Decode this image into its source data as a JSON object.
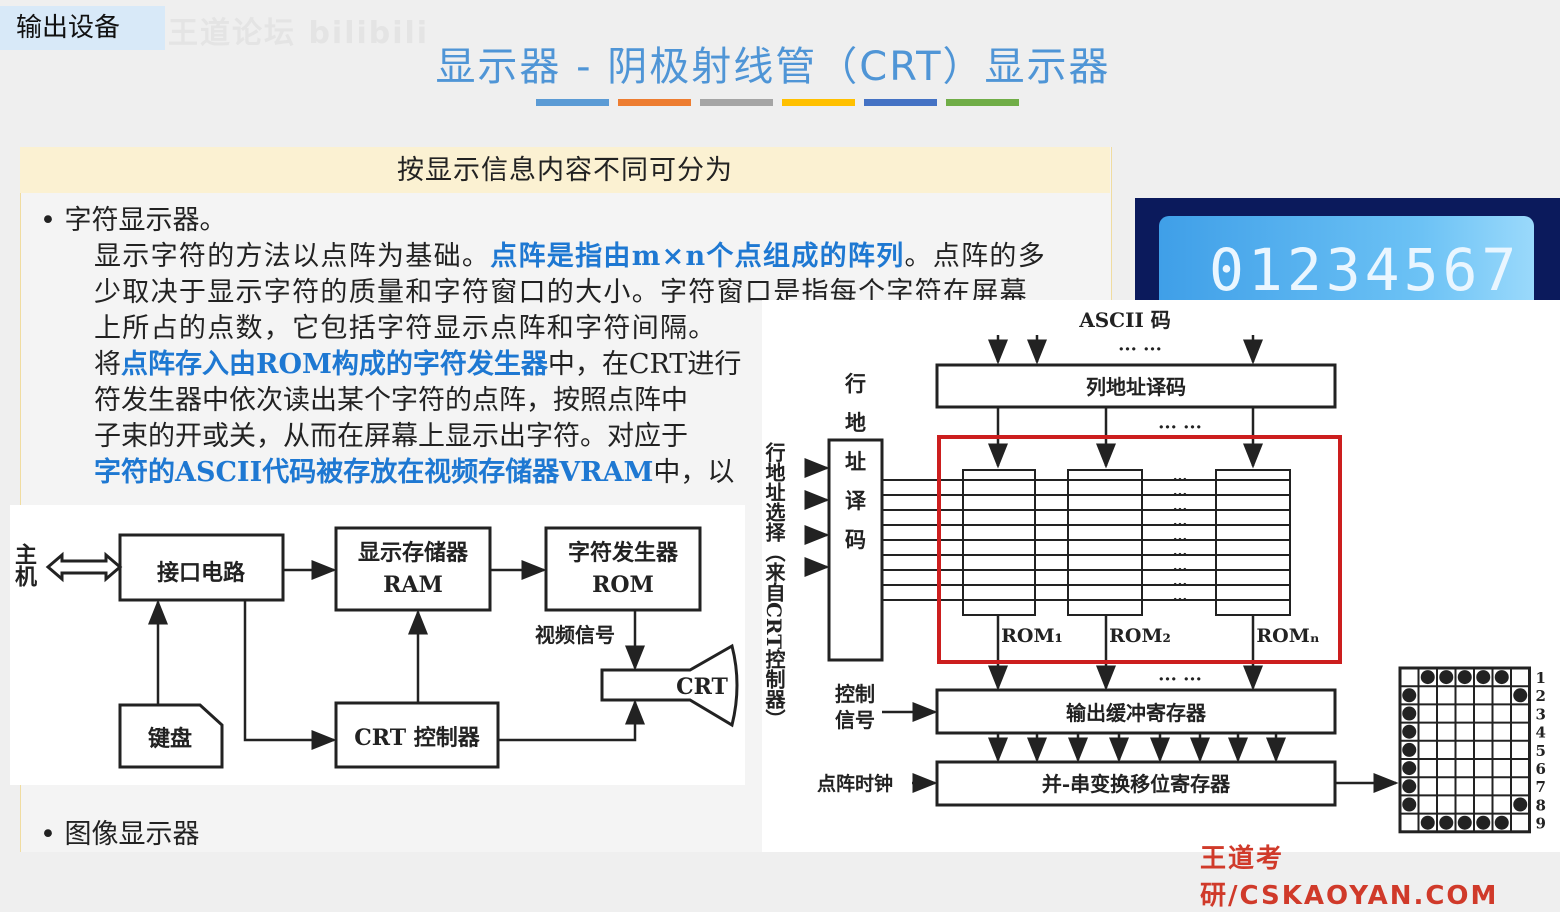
{
  "chapter_label": "输出设备",
  "watermark_top": "王道论坛 bilibili",
  "title": "显示器 - 阴极射线管（CRT）显示器",
  "title_bar_colors": [
    "#5b9bd5",
    "#ed7d31",
    "#a5a5a5",
    "#ffc000",
    "#4472c4",
    "#70ad47"
  ],
  "panel_heading": "按显示信息内容不同可分为",
  "bullets": {
    "char_display": "字符显示器。",
    "image_display": "图像显示器"
  },
  "paragraph": {
    "l1a": "显示字符的方法以点阵为基础。",
    "l1b": "点阵是指由m×n个点组成的阵列",
    "l1c": "。点阵的多",
    "l2": "少取决于显示字符的质量和字符窗口的大小。字符窗口是指每个字符在屏幕",
    "l3": "上所占的点数，它包括字符显示点阵和字符间隔。",
    "l4a": "将",
    "l4b": "点阵存入由ROM构成的字符发生器",
    "l4c": "中，在CRT进行",
    "l5": "符发生器中依次读出某个字符的点阵，按照点阵中",
    "l6": "子束的开或关，从而在屏幕上显示出字符。对应于",
    "l7a": "字符的ASCII代码被存放在视频存储器VRAM",
    "l7b": "中，以"
  },
  "lcd_photo": {
    "digits": "01234567"
  },
  "left_diagram": {
    "host": "主机",
    "interface": "接口电路",
    "vram_l1": "显示存储器",
    "vram_l2": "RAM",
    "chargen_l1": "字符发生器",
    "chargen_l2": "ROM",
    "video_signal": "视频信号",
    "crt": "CRT",
    "keyboard": "键盘",
    "crt_controller": "CRT 控制器"
  },
  "right_diagram": {
    "ascii": "ASCII 码",
    "col_decoder": "列地址译码",
    "row_decoder": "行地址译码",
    "row_select": "行地址选择（来自CRT控制器）",
    "rom_labels": [
      "ROM₁",
      "ROM₂",
      "ROMₙ"
    ],
    "dots": "··· ···",
    "control_signal": "控制信号",
    "output_buffer": "输出缓冲寄存器",
    "dot_clock": "点阵时钟",
    "shift_register": "并-串变换移位寄存器",
    "matrix_rows": [
      "1",
      "2",
      "3",
      "4",
      "5",
      "6",
      "7",
      "8",
      "9"
    ],
    "highlight_color": "#cc1e1e"
  },
  "watermark_bottom": "王道考研/CSKAOYAN.COM"
}
